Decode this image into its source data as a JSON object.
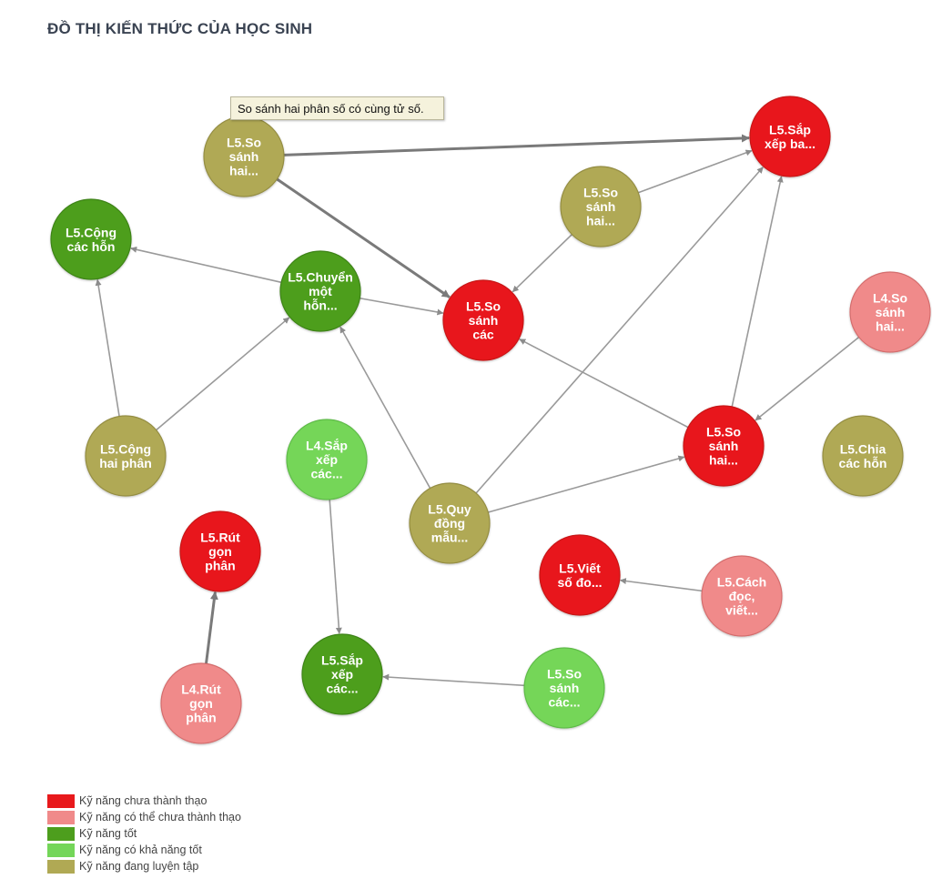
{
  "title": "ĐỒ THỊ KIẾN THỨC CỦA HỌC SINH",
  "tooltip": "So sánh hai phân số có cùng tử số.",
  "legend": [
    {
      "label": "Kỹ năng chưa thành thạo",
      "color": "#e8191c"
    },
    {
      "label": "Kỹ năng có thể chưa thành thạo",
      "color": "#f08a8a"
    },
    {
      "label": "Kỹ năng tốt",
      "color": "#4d9e1d"
    },
    {
      "label": "Kỹ năng có khả năng tốt",
      "color": "#74d659"
    },
    {
      "label": "Kỹ năng đang luyện tập",
      "color": "#b0a954"
    }
  ],
  "nodes": [
    {
      "id": "so-sanh-hai-tu",
      "lines": [
        "L5.So",
        "sánh",
        "hai..."
      ],
      "status": "practicing"
    },
    {
      "id": "sap-xep-ba",
      "lines": [
        "L5.Sắp",
        "xếp ba..."
      ],
      "status": "not-mastered"
    },
    {
      "id": "so-sanh-hai-mid",
      "lines": [
        "L5.So",
        "sánh",
        "hai..."
      ],
      "status": "practicing"
    },
    {
      "id": "cong-cac-hon",
      "lines": [
        "L5.Cộng",
        "các hỗn"
      ],
      "status": "good"
    },
    {
      "id": "chuyen-mot-hon",
      "lines": [
        "L5.Chuyển",
        "một",
        "hỗn..."
      ],
      "status": "good"
    },
    {
      "id": "so-sanh-cac",
      "lines": [
        "L5.So",
        "sánh",
        "các"
      ],
      "status": "not-mastered"
    },
    {
      "id": "l4-so-sanh-hai",
      "lines": [
        "L4.So",
        "sánh",
        "hai..."
      ],
      "status": "maybe-not-mastered"
    },
    {
      "id": "cong-hai-phan",
      "lines": [
        "L5.Cộng",
        "hai phân"
      ],
      "status": "practicing"
    },
    {
      "id": "l4-sap-xep-cac",
      "lines": [
        "L4.Sắp",
        "xếp",
        "các..."
      ],
      "status": "likely-good"
    },
    {
      "id": "so-sanh-hai-red",
      "lines": [
        "L5.So",
        "sánh",
        "hai..."
      ],
      "status": "not-mastered"
    },
    {
      "id": "chia-cac-hon",
      "lines": [
        "L5.Chia",
        "các hỗn"
      ],
      "status": "practicing"
    },
    {
      "id": "quy-dong-mau",
      "lines": [
        "L5.Quy",
        "đồng",
        "mẫu..."
      ],
      "status": "practicing"
    },
    {
      "id": "rut-gon-phan",
      "lines": [
        "L5.Rút",
        "gọn",
        "phân"
      ],
      "status": "not-mastered"
    },
    {
      "id": "viet-so-do",
      "lines": [
        "L5.Viết",
        "số đo..."
      ],
      "status": "not-mastered"
    },
    {
      "id": "cach-doc-viet",
      "lines": [
        "L5.Cách",
        "đọc,",
        "viết..."
      ],
      "status": "maybe-not-mastered"
    },
    {
      "id": "l4-rut-gon-phan",
      "lines": [
        "L4.Rút",
        "gọn",
        "phân"
      ],
      "status": "maybe-not-mastered"
    },
    {
      "id": "sap-xep-cac",
      "lines": [
        "L5.Sắp",
        "xếp",
        "các..."
      ],
      "status": "good"
    },
    {
      "id": "so-sanh-cac-light",
      "lines": [
        "L5.So",
        "sánh",
        "các..."
      ],
      "status": "likely-good"
    }
  ],
  "edges": [
    {
      "from": "so-sanh-hai-tu",
      "to": "sap-xep-ba",
      "weight": "heavy"
    },
    {
      "from": "so-sanh-hai-tu",
      "to": "so-sanh-cac",
      "weight": "heavy"
    },
    {
      "from": "so-sanh-hai-mid",
      "to": "sap-xep-ba",
      "weight": "normal"
    },
    {
      "from": "so-sanh-hai-mid",
      "to": "so-sanh-cac",
      "weight": "normal"
    },
    {
      "from": "chuyen-mot-hon",
      "to": "cong-cac-hon",
      "weight": "normal"
    },
    {
      "from": "chuyen-mot-hon",
      "to": "so-sanh-cac",
      "weight": "normal"
    },
    {
      "from": "cong-hai-phan",
      "to": "cong-cac-hon",
      "weight": "normal"
    },
    {
      "from": "cong-hai-phan",
      "to": "chuyen-mot-hon",
      "weight": "normal"
    },
    {
      "from": "quy-dong-mau",
      "to": "chuyen-mot-hon",
      "weight": "normal"
    },
    {
      "from": "quy-dong-mau",
      "to": "sap-xep-ba",
      "weight": "normal"
    },
    {
      "from": "quy-dong-mau",
      "to": "so-sanh-hai-red",
      "weight": "normal"
    },
    {
      "from": "so-sanh-hai-red",
      "to": "so-sanh-cac",
      "weight": "normal"
    },
    {
      "from": "so-sanh-hai-red",
      "to": "sap-xep-ba",
      "weight": "normal"
    },
    {
      "from": "l4-so-sanh-hai",
      "to": "so-sanh-hai-red",
      "weight": "normal"
    },
    {
      "from": "l4-sap-xep-cac",
      "to": "sap-xep-cac",
      "weight": "normal"
    },
    {
      "from": "l4-rut-gon-phan",
      "to": "rut-gon-phan",
      "weight": "heavy"
    },
    {
      "from": "cach-doc-viet",
      "to": "viet-so-do",
      "weight": "normal"
    },
    {
      "from": "so-sanh-cac-light",
      "to": "sap-xep-cac",
      "weight": "normal"
    }
  ]
}
